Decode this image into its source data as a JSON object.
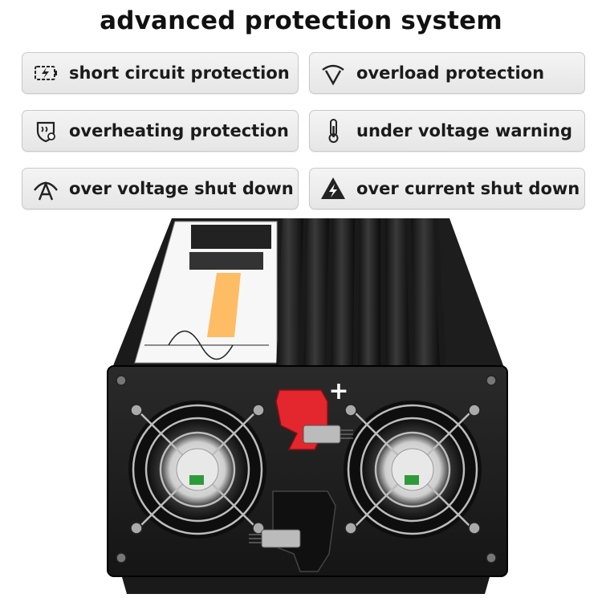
{
  "title": "advanced protection system",
  "features": [
    {
      "label": "short circuit protection",
      "icon": "battery-bolt-icon"
    },
    {
      "label": "overload protection",
      "icon": "gauge-icon"
    },
    {
      "label": "overheating protection",
      "icon": "heat-shield-icon"
    },
    {
      "label": "under voltage  warning",
      "icon": "thermometer-icon"
    },
    {
      "label": "over voltage shut down",
      "icon": "arc-voltage-icon"
    },
    {
      "label": "over current shut down",
      "icon": "warning-bolt-icon"
    }
  ],
  "product": {
    "polarity_mark": "+"
  }
}
